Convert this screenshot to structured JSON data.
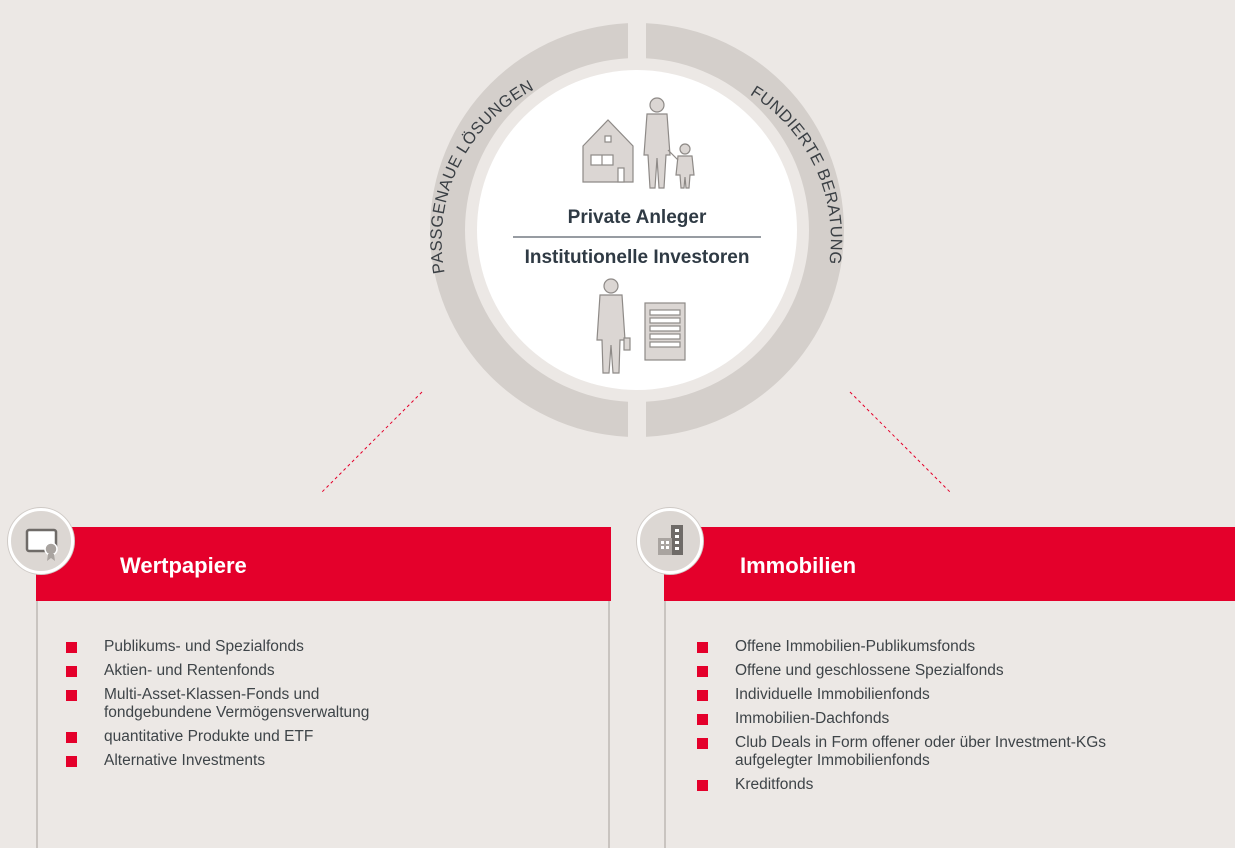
{
  "center": {
    "label_top": "Private Anleger",
    "label_bottom": "Institutionelle Investoren"
  },
  "ring": {
    "left_label": "PASSGENAUE LÖSUNGEN",
    "right_label": "FUNDIERTE BERATUNG"
  },
  "colors": {
    "accent": "#e4002b",
    "background": "#ece8e5",
    "ring": "#d4cfcb",
    "text_dark": "#2f3a44"
  },
  "panels": [
    {
      "title": "Wertpapiere",
      "icon": "certificate-icon",
      "items": [
        "Publikums- und Spezialfonds",
        "Aktien- und Rentenfonds",
        "Multi-Asset-Klassen-Fonds und\nfondgebundene Vermögensverwaltung",
        "quantitative Produkte und ETF",
        "Alternative Investments"
      ]
    },
    {
      "title": "Immobilien",
      "icon": "building-icon",
      "items": [
        "Offene Immobilien-Publikumsfonds",
        "Offene und geschlossene Spezialfonds",
        "Individuelle Immobilienfonds",
        "Immobilien-Dachfonds",
        "Club Deals in Form offener oder über Investment-KGs\naufgelegter Immobilienfonds",
        "Kreditfonds"
      ]
    }
  ]
}
